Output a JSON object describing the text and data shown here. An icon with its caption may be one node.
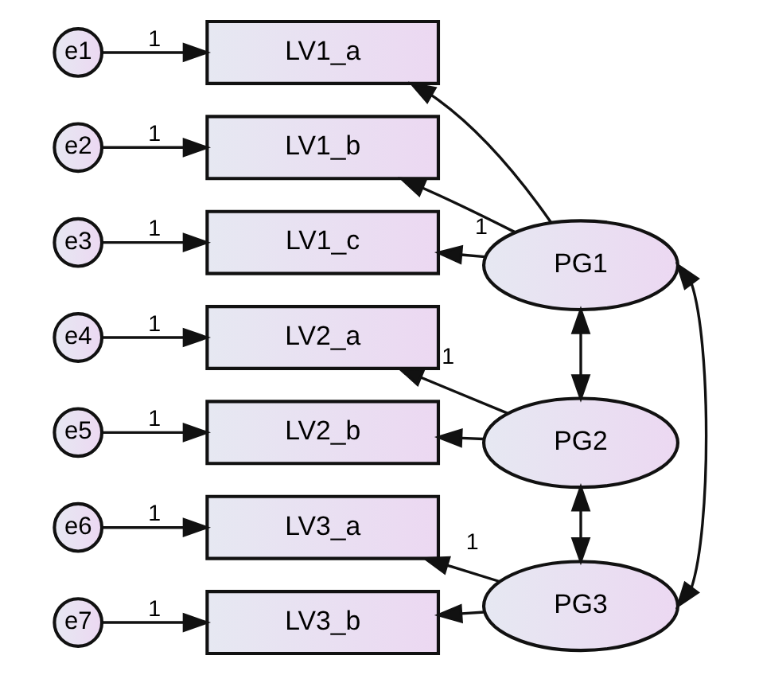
{
  "diagram": {
    "nodes": [
      {
        "text": [
          "e1"
        ]
      },
      {
        "text": [
          "LV1_a"
        ]
      },
      {
        "text": [
          "e2"
        ]
      },
      {
        "text": [
          "LV1_b"
        ]
      },
      {
        "text": [
          "PG1"
        ]
      },
      {
        "text": [
          "e3"
        ]
      },
      {
        "text": [
          "LV1_c"
        ]
      },
      {
        "text": [
          "e4"
        ]
      },
      {
        "text": [
          "LV2_a"
        ]
      },
      {
        "text": [
          "PG2"
        ]
      },
      {
        "text": [
          "e5"
        ]
      },
      {
        "text": [
          "LV2_b"
        ]
      },
      {
        "text": [
          "e6"
        ]
      },
      {
        "text": [
          "LV3_a"
        ]
      },
      {
        "text": [
          "PG3"
        ]
      },
      {
        "text": [
          "e7"
        ]
      },
      {
        "text": [
          "LV3_b"
        ]
      }
    ],
    "edges": [
      {
        "from": 0,
        "to": 1,
        "arrow": "to",
        "label": "1"
      },
      {
        "from": 2,
        "to": 3,
        "arrow": "to",
        "label": "1"
      },
      {
        "from": 5,
        "to": 6,
        "arrow": "to",
        "label": "1"
      },
      {
        "from": 7,
        "to": 8,
        "arrow": "to",
        "label": "1"
      },
      {
        "from": 10,
        "to": 11,
        "arrow": "to",
        "label": "1"
      },
      {
        "from": 12,
        "to": 13,
        "arrow": "to",
        "label": "1"
      },
      {
        "from": 15,
        "to": 16,
        "arrow": "to",
        "label": "1"
      },
      {
        "from": 4,
        "to": 1,
        "arrow": "to"
      },
      {
        "from": 4,
        "to": 3,
        "arrow": "to"
      },
      {
        "from": 4,
        "to": 6,
        "arrow": "to",
        "label": "1"
      },
      {
        "from": 9,
        "to": 8,
        "arrow": "to",
        "label": "1"
      },
      {
        "from": 9,
        "to": 11,
        "arrow": "to"
      },
      {
        "from": 14,
        "to": 13,
        "arrow": "to",
        "label": "1"
      },
      {
        "from": 14,
        "to": 16,
        "arrow": "to"
      },
      {
        "from": 4,
        "to": 9,
        "arrow": "both"
      },
      {
        "from": 9,
        "to": 14,
        "arrow": "both"
      },
      {
        "from": 4,
        "to": 14,
        "arrow": "both"
      }
    ]
  }
}
